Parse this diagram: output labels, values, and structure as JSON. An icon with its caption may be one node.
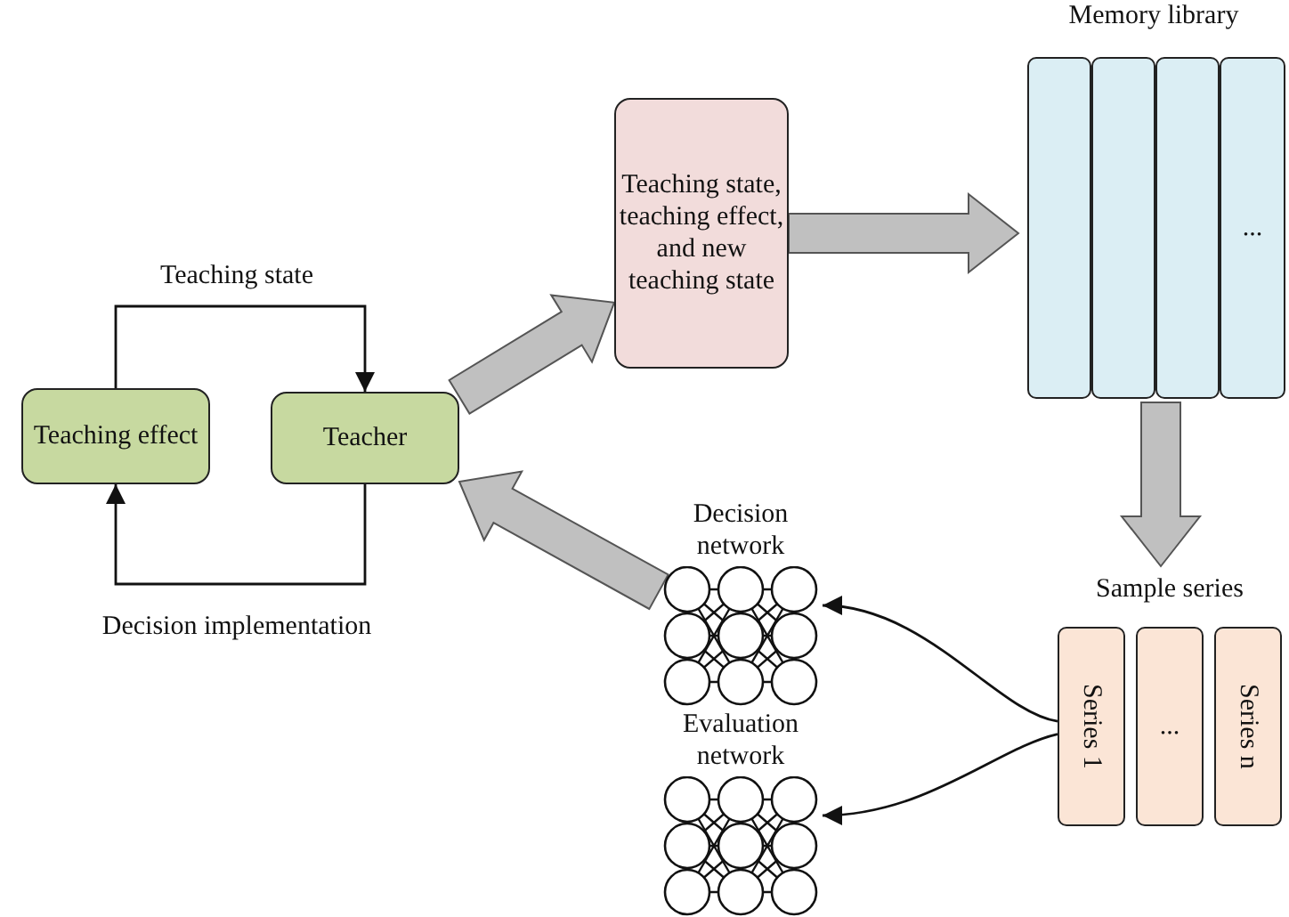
{
  "diagram": {
    "nodes": [
      {
        "text": [
          "Teaching effect"
        ]
      },
      {
        "text": [
          "Teacher"
        ]
      },
      {
        "text": [
          "Teaching state, teaching effect, and new teaching state"
        ]
      },
      {
        "text": [
          "Memory library"
        ]
      },
      {
        "text": [],
        "shape": "box",
        "in": 3
      },
      {
        "text": [],
        "shape": "box",
        "in": 3
      },
      {
        "text": [],
        "shape": "box",
        "in": 3
      },
      {
        "text": [
          "..."
        ],
        "in": 3
      },
      {
        "text": [
          "Sample series"
        ]
      },
      {
        "text": [
          "Series 1"
        ],
        "in": 8
      },
      {
        "text": [
          "..."
        ],
        "in": 8
      },
      {
        "text": [
          "Series n"
        ],
        "in": 8
      },
      {
        "text": [
          "Decision network"
        ]
      },
      {
        "text": [
          "Evaluation network"
        ]
      }
    ],
    "edges": [
      {
        "from": 0,
        "to": 1,
        "arrow": "to",
        "label": "Teaching state"
      },
      {
        "from": 1,
        "to": 0,
        "arrow": "to",
        "label": "Decision implementation"
      },
      {
        "from": 1,
        "to": 2,
        "arrow": "to",
        "style": "thick",
        "color": "#c0c0c0"
      },
      {
        "from": 2,
        "to": 3,
        "arrow": "to",
        "style": "thick",
        "color": "#c0c0c0"
      },
      {
        "from": 3,
        "to": 8,
        "arrow": "to",
        "style": "thick",
        "color": "#c0c0c0"
      },
      {
        "from": 9,
        "to": 12,
        "arrow": "to"
      },
      {
        "from": 9,
        "to": 13,
        "arrow": "to"
      },
      {
        "from": 12,
        "to": 1,
        "arrow": "to",
        "style": "thick",
        "color": "#c0c0c0"
      }
    ]
  }
}
